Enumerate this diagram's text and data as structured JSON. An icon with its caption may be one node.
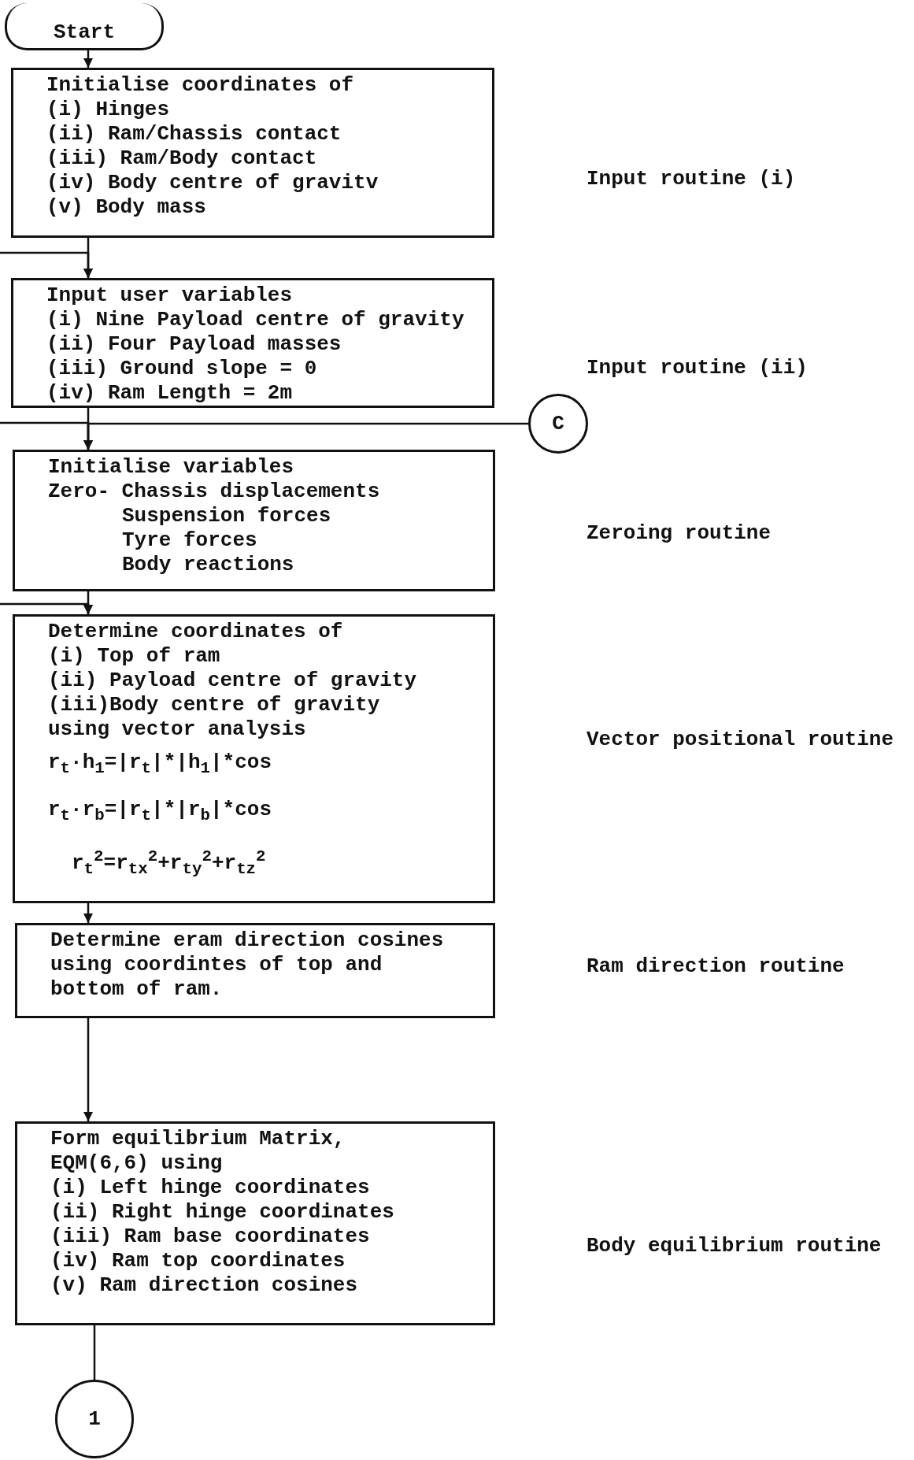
{
  "diagram": {
    "nodes": [
      {
        "text": [
          "Start"
        ]
      },
      {
        "text": [
          "Initialise coordinates of",
          "(i) Hinges",
          "(ii) Ram/Chassis contact",
          "(iii) Ram/Body contact",
          "(iv) Body centre of gravitv",
          "(v) Body mass"
        ]
      },
      {
        "text": [
          "Input user variables",
          "(i) Nine Payload centre of gravity",
          "(ii) Four Payload masses",
          "(iii) Ground slope = 0",
          "(iv) Ram Length = 2m"
        ]
      },
      {
        "text": [
          "Initialise variables",
          "Zero- Chassis displacements",
          "Suspension forces",
          "Tyre forces",
          "Body reactions"
        ]
      },
      {
        "text": [
          "Determine coordinates of",
          "(i)  Top of ram",
          "(ii) Payload centre of gravity",
          "(iii)Body centre of gravity",
          "using vector analysis",
          "r$_{t}$·h$_{1}$=|r$_{t}$|*|h$_{1}$|*cos",
          "r$_{t}$·r$_{b}$=|r$_{t}$|*|r$_{b}$|*cos",
          "r$_{t}$$^{2}$=r$_{tx}$$^{2}$+r$_{ty}$$^{2}$+r$_{tz}$$^{2}$"
        ]
      },
      {
        "text": [
          "Determine eram direction cosines using coordintes of top and bottom of ram."
        ]
      },
      {
        "text": [
          "Form equilibrium Matrix, EQM(6,6) using",
          "(i) Left hinge coordinates",
          "(ii) Right hinge coordinates",
          "(iii)  Ram base coordinates",
          "(iv) Ram top coordinates",
          "(v) Ram direction cosines"
        ]
      },
      {
        "text": [
          "C"
        ]
      },
      {
        "text": [
          "1"
        ]
      }
    ],
    "edges": [
      {
        "from": 0,
        "to": 1,
        "arrow": "to"
      },
      {
        "from": 1,
        "to": 2,
        "arrow": "to"
      },
      {
        "from": null,
        "to": 2,
        "arrow": "to"
      },
      {
        "from": 2,
        "to": 3,
        "arrow": "to"
      },
      {
        "from": null,
        "to": 3,
        "arrow": "to"
      },
      {
        "from": 7,
        "to": 3,
        "arrow": "to"
      },
      {
        "from": 3,
        "to": 4,
        "arrow": "to"
      },
      {
        "from": null,
        "to": 4,
        "arrow": "to"
      },
      {
        "from": 4,
        "to": 5,
        "arrow": "to"
      },
      {
        "from": 5,
        "to": 6,
        "arrow": "to"
      },
      {
        "from": 6,
        "to": 8,
        "arrow": "none"
      }
    ],
    "labels": [
      "Input routine (i)",
      "Input routine (ii)",
      "Zeroing routine",
      "Vector positional routine",
      "Ram direction routine",
      "Body equilibrium routine"
    ]
  }
}
